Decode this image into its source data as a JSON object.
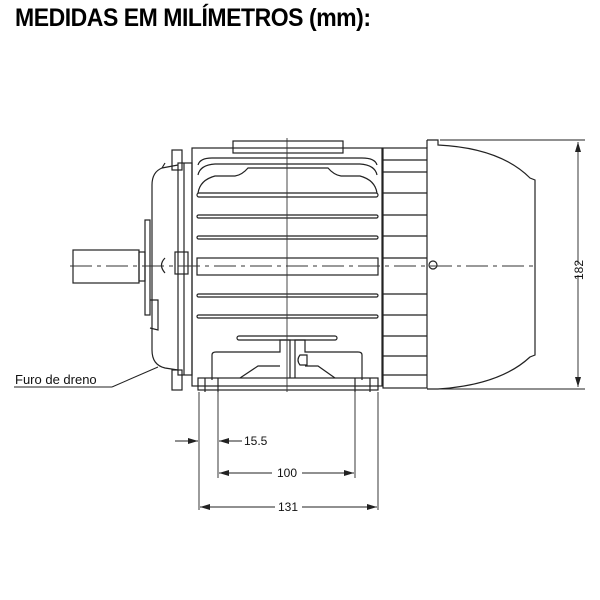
{
  "title": "MEDIDAS EM MILÍMETROS (mm):",
  "labels": {
    "drain_hole": "Furo de dreno"
  },
  "dimensions": {
    "overall_height": "182",
    "foot_edge_offset": "15.5",
    "foot_hole_spacing": "100",
    "foot_overall_length": "131"
  },
  "colors": {
    "line": "#222222",
    "background": "#ffffff"
  }
}
